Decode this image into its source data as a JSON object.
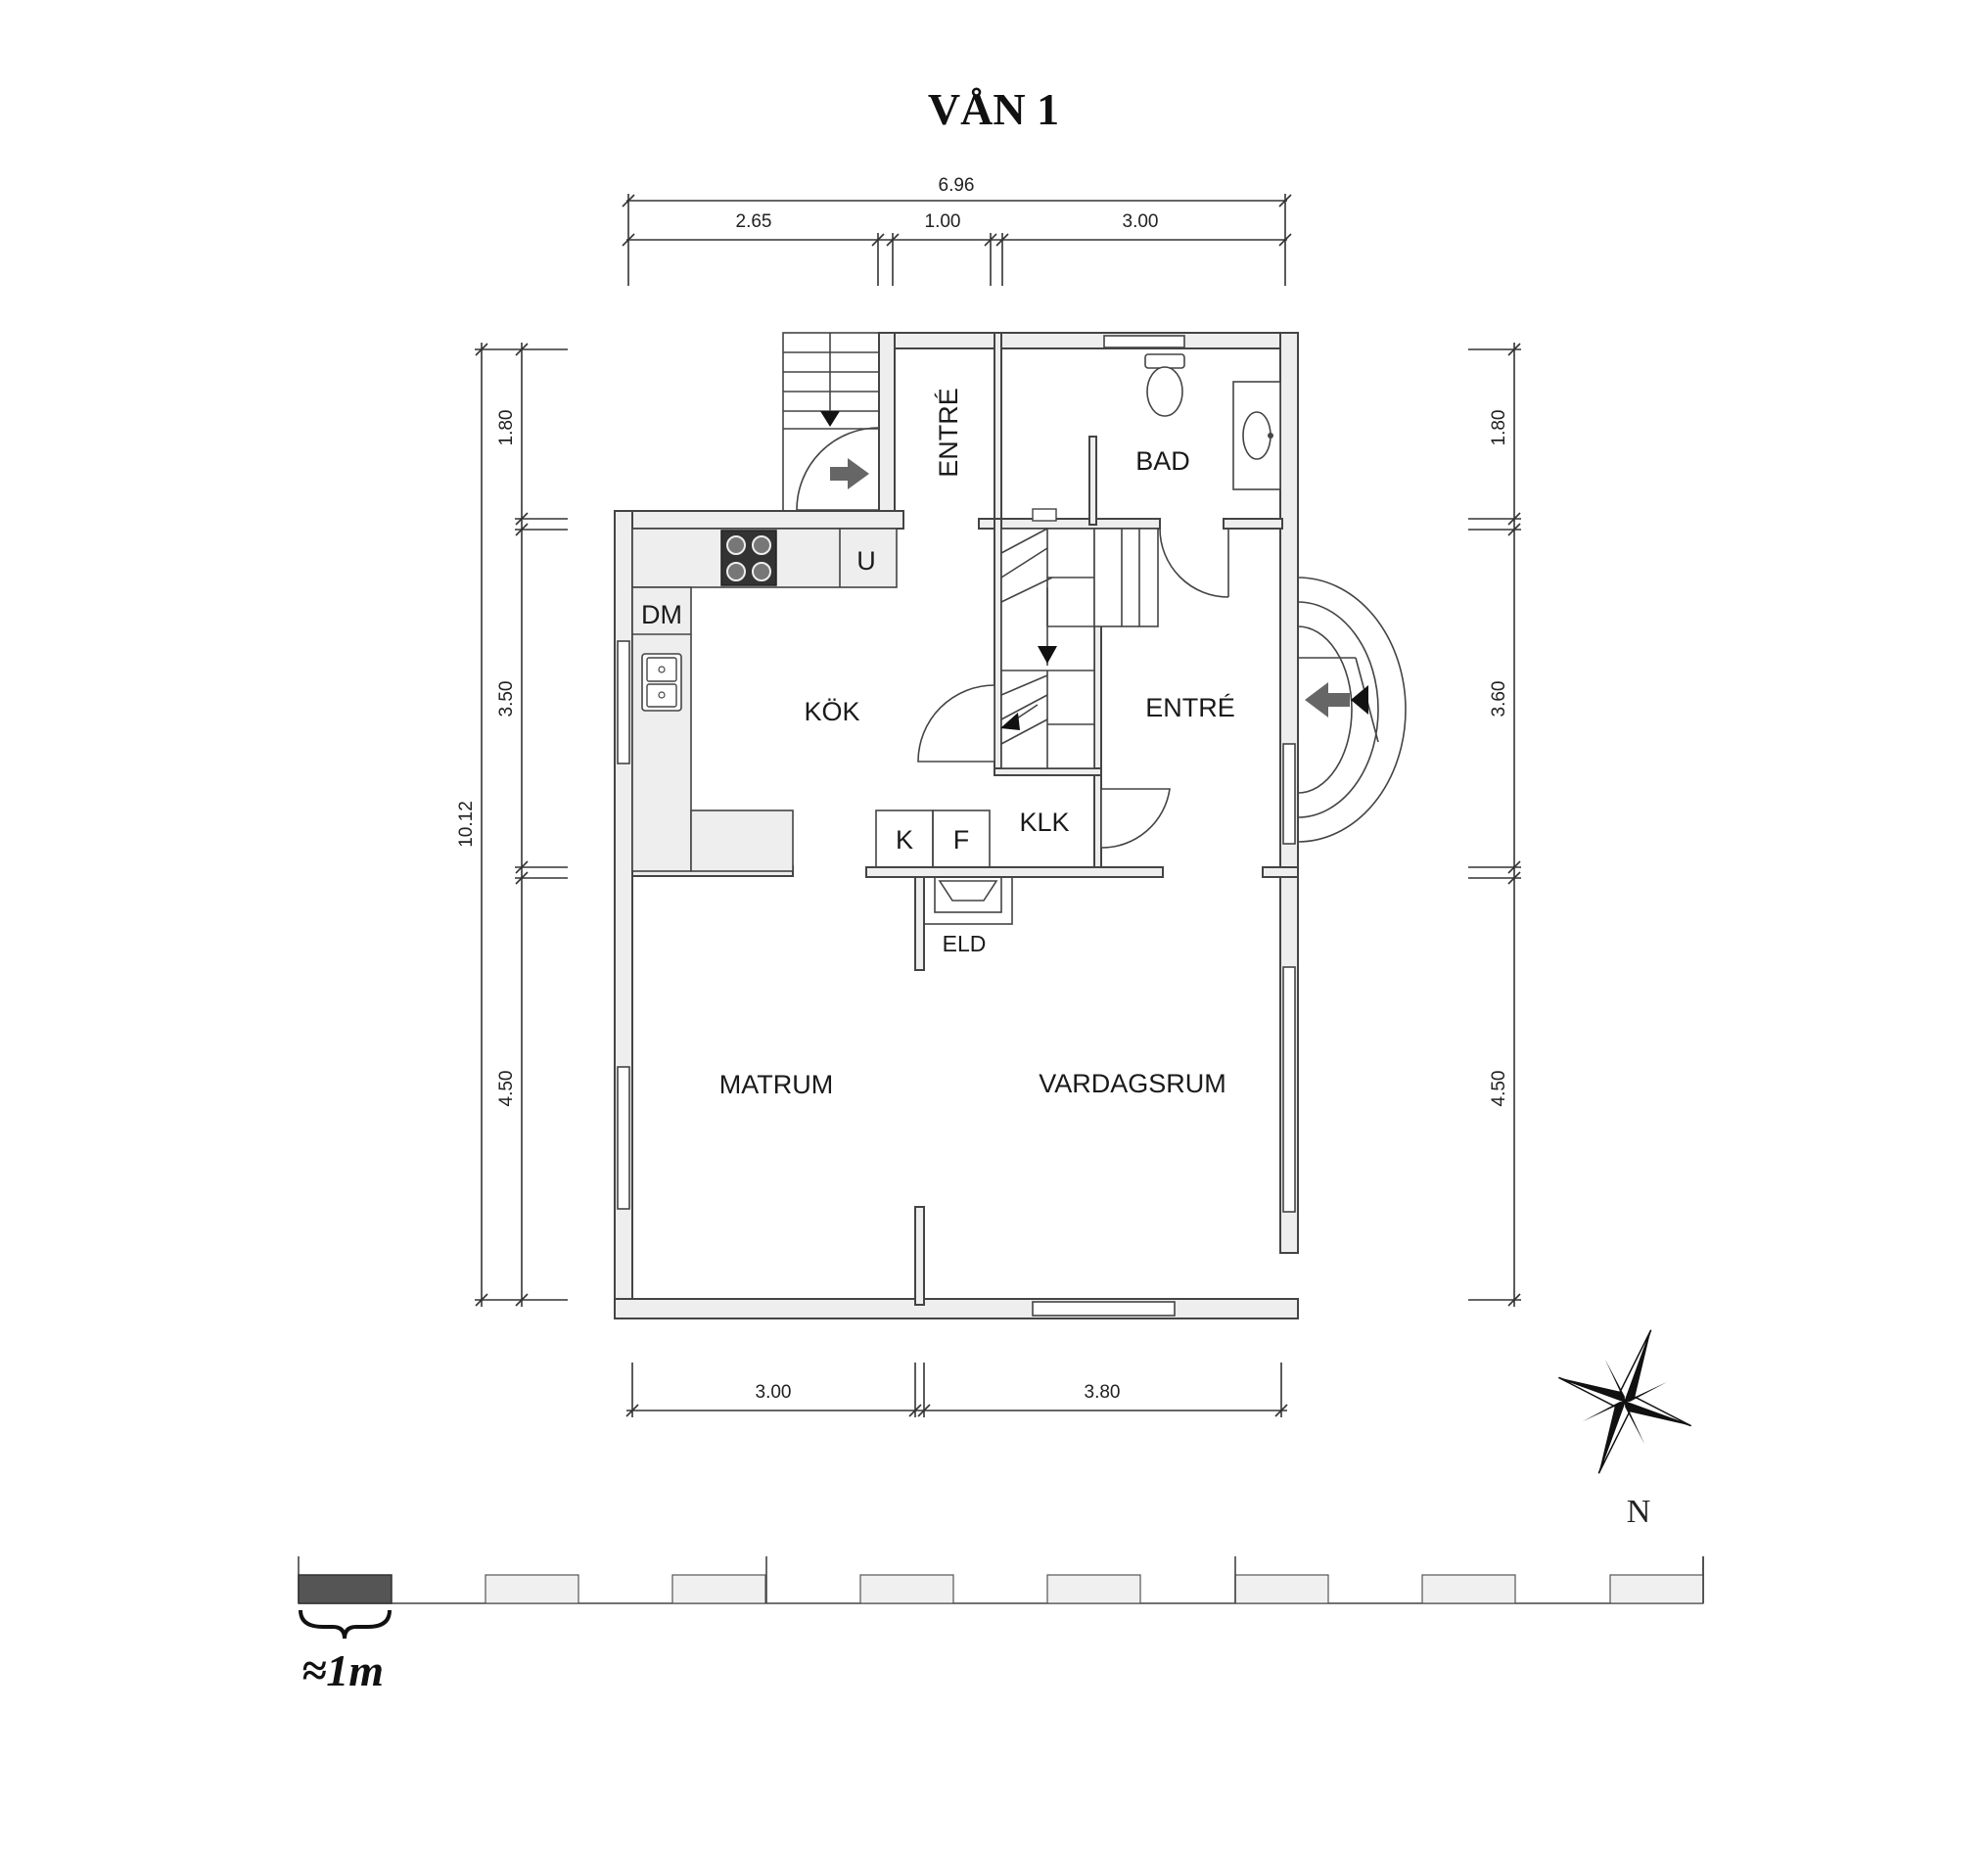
{
  "title": "VÅN 1",
  "dimensions": {
    "top_total": "6.96",
    "top_segments": [
      "2.65",
      "1.00",
      "3.00"
    ],
    "bottom_segments": [
      "3.00",
      "3.80"
    ],
    "left_total": "10.12",
    "left_segments": [
      "1.80",
      "3.50",
      "4.50"
    ],
    "right_segments": [
      "1.80",
      "3.60",
      "4.50"
    ]
  },
  "rooms": {
    "entre_upper": "ENTRÉ",
    "bad": "BAD",
    "kok": "KÖK",
    "entre_right": "ENTRÉ",
    "klk": "KLK",
    "matrum": "MATRUM",
    "vardagsrum": "VARDAGSRUM"
  },
  "fixtures": {
    "u": "U",
    "dm": "DM",
    "k": "K",
    "f": "F",
    "eld": "ELD"
  },
  "compass": {
    "label": "N"
  },
  "scale": {
    "label": "≈1m"
  },
  "colors": {
    "wall_fill": "#eeeeee",
    "scale_dark": "#555555",
    "line": "#444444"
  }
}
